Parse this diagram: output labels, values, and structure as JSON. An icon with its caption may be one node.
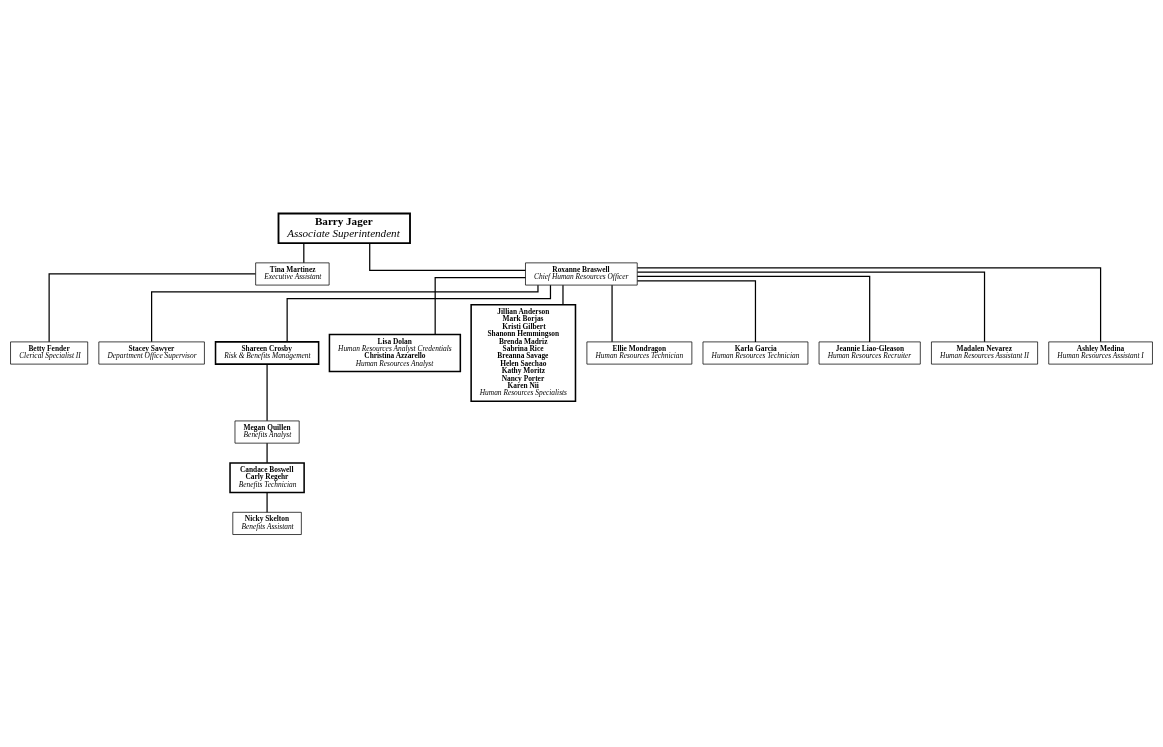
{
  "diagram": {
    "nodes": [
      {
        "text": [
          "Barry Jager",
          "Associate Superintendent"
        ]
      },
      {
        "text": [
          "Tina Martinez",
          "Executive Assistant"
        ]
      },
      {
        "text": [
          "Roxanne Braswell",
          "Chief Human Resources Officer"
        ]
      },
      {
        "text": [
          "Betty Fender",
          "Clerical Specialist II"
        ]
      },
      {
        "text": [
          "Stacey Sawyer",
          "Department Office Supervisor"
        ]
      },
      {
        "text": [
          "Shareen Crosby",
          "Risk & Benefits Management"
        ]
      },
      {
        "text": [
          "Lisa Dolan",
          "Human Resources Analyst Credentials",
          "Christina Azzarello",
          "Human Resources Analyst"
        ]
      },
      {
        "text": [
          "Jillian Anderson",
          "Mark Borjas",
          "Kristi Gilbert",
          "Shanonn Hemmingson",
          "Brenda Madriz",
          "Sabrina Rice",
          "Breanna Savage",
          "Helen Saechao",
          "Kathy Moritz",
          "Nancy Porter",
          "Karen Nii",
          "Human Resources Specialists"
        ]
      },
      {
        "text": [
          "Ellie Mondragon",
          "Human Resources Technician"
        ]
      },
      {
        "text": [
          "Karla Garcia",
          "Human Resources Technician"
        ]
      },
      {
        "text": [
          "Jeannie Liao-Gleason",
          "Human Resources Recruiter"
        ]
      },
      {
        "text": [
          "Madalen Nevarez",
          "Human Resources Assistant II"
        ]
      },
      {
        "text": [
          "Ashley Medina",
          "Human Resources Assistant I"
        ]
      },
      {
        "text": [
          "Megan Quillen",
          "Benefits Analyst"
        ]
      },
      {
        "text": [
          "Candace Boswell",
          "Carly Regehr",
          "Benefits Technician"
        ]
      },
      {
        "text": [
          "Nicky Skelton",
          "Benefits Assistant"
        ]
      }
    ],
    "edges": [
      {
        "from": 0,
        "to": 1,
        "arrow": "none"
      },
      {
        "from": 0,
        "to": 2,
        "arrow": "none"
      },
      {
        "from": 1,
        "to": 3,
        "arrow": "none"
      },
      {
        "from": 2,
        "to": 4,
        "arrow": "none"
      },
      {
        "from": 2,
        "to": 5,
        "arrow": "none"
      },
      {
        "from": 2,
        "to": 6,
        "arrow": "none"
      },
      {
        "from": 2,
        "to": 7,
        "arrow": "none"
      },
      {
        "from": 2,
        "to": 8,
        "arrow": "none"
      },
      {
        "from": 2,
        "to": 9,
        "arrow": "none"
      },
      {
        "from": 2,
        "to": 10,
        "arrow": "none"
      },
      {
        "from": 2,
        "to": 11,
        "arrow": "none"
      },
      {
        "from": 2,
        "to": 12,
        "arrow": "none"
      },
      {
        "from": 5,
        "to": 13,
        "arrow": "none"
      },
      {
        "from": 13,
        "to": 14,
        "arrow": "none"
      },
      {
        "from": 14,
        "to": 15,
        "arrow": "none"
      }
    ]
  }
}
